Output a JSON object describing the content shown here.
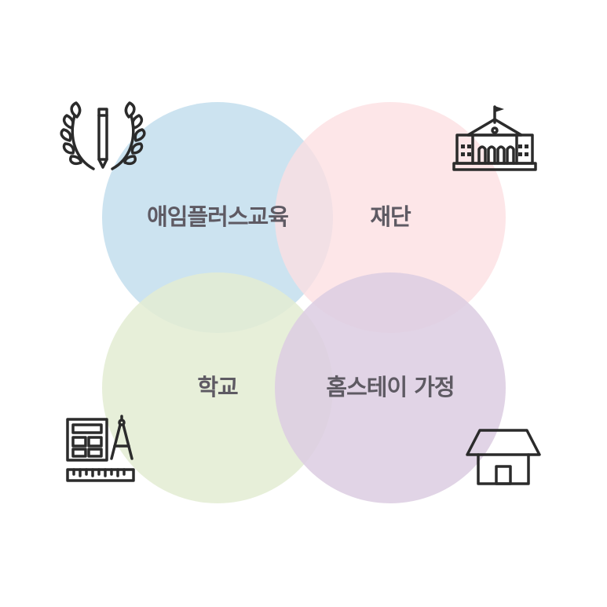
{
  "circles": [
    {
      "label": "애임플러스교육",
      "color": "#c9e2ef",
      "icon": "laurel-pencil-icon"
    },
    {
      "label": "재단",
      "color": "#fddfe2",
      "icon": "school-building-icon"
    },
    {
      "label": "학교",
      "color": "#e3ecd2",
      "icon": "calculator-compass-ruler-icon"
    },
    {
      "label": "홈스테이 가정",
      "color": "#dccde2",
      "icon": "house-icon"
    }
  ],
  "label_color": "#5e5a63",
  "icon_color": "#2b2b2b"
}
